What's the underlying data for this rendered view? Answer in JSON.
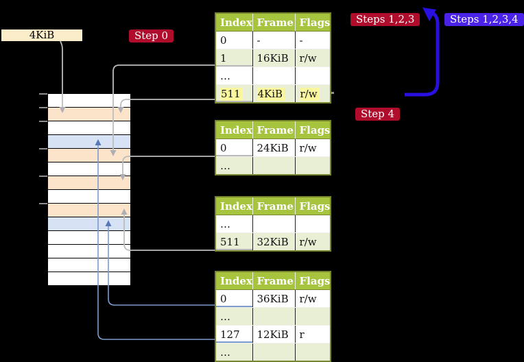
{
  "legend": {
    "label": "4KiB"
  },
  "badges": {
    "step0": {
      "label": "Step 0",
      "bg": "#b00c2c"
    },
    "steps123": {
      "label": "Steps 1,2,3",
      "bg": "#b00c2c"
    },
    "steps1234": {
      "label": "Steps 1,2,3,4",
      "bg": "#4a22e8"
    },
    "step4": {
      "label": "Step 4",
      "bg": "#b00c2c"
    }
  },
  "tables": [
    {
      "name": "page-table-1",
      "headers": [
        "Index",
        "Frame",
        "Flags"
      ],
      "rows": [
        {
          "cells": [
            "0",
            "-",
            "-"
          ],
          "shaded": false
        },
        {
          "cells": [
            "1",
            "16KiB",
            "r/w"
          ],
          "shaded": true,
          "underline": "gray"
        },
        {
          "cells": [
            "…",
            "",
            ""
          ],
          "shaded": false
        },
        {
          "cells": [
            "511",
            "4KiB",
            "r/w"
          ],
          "shaded": true,
          "underline": "gray",
          "highlight": true
        }
      ]
    },
    {
      "name": "page-table-2",
      "headers": [
        "Index",
        "Frame",
        "Flags"
      ],
      "rows": [
        {
          "cells": [
            "0",
            "24KiB",
            "r/w"
          ],
          "shaded": false,
          "underline": "gray"
        },
        {
          "cells": [
            "…",
            "",
            ""
          ],
          "shaded": true
        }
      ]
    },
    {
      "name": "page-table-3",
      "headers": [
        "Index",
        "Frame",
        "Flags"
      ],
      "rows": [
        {
          "cells": [
            "…",
            "",
            ""
          ],
          "shaded": false
        },
        {
          "cells": [
            "511",
            "32KiB",
            "r/w"
          ],
          "shaded": true,
          "underline": "gray"
        }
      ]
    },
    {
      "name": "page-table-4",
      "headers": [
        "Index",
        "Frame",
        "Flags"
      ],
      "rows": [
        {
          "cells": [
            "0",
            "36KiB",
            "r/w"
          ],
          "shaded": false,
          "underline": "blue"
        },
        {
          "cells": [
            "…",
            "",
            ""
          ],
          "shaded": true
        },
        {
          "cells": [
            "127",
            "12KiB",
            "r"
          ],
          "shaded": false,
          "underline": "blue"
        },
        {
          "cells": [
            "…",
            "",
            ""
          ],
          "shaded": true
        }
      ]
    }
  ],
  "memory": {
    "rows": [
      "white",
      "peach",
      "white",
      "blue",
      "peach",
      "white",
      "peach",
      "white",
      "peach",
      "blue",
      "white",
      "white",
      "white",
      "white"
    ],
    "tick_rows": [
      0,
      1,
      2,
      4,
      6,
      8
    ]
  },
  "connectors": [
    {
      "from": "4KiB-legend-box",
      "to": "memory-row-2",
      "style": "gray-arrow-down"
    },
    {
      "from": "page-table-1-row-1",
      "to": "memory-row-5",
      "style": "gray-arrow-down"
    },
    {
      "from": "page-table-1-row-511",
      "to": "memory-row-2",
      "style": "gray-arrow-down"
    },
    {
      "from": "page-table-2-row-0",
      "to": "memory-row-7",
      "style": "gray-arrow-down"
    },
    {
      "from": "page-table-3-row-511",
      "to": "memory-row-9",
      "style": "gray-arrow-up"
    },
    {
      "from": "page-table-4-row-0",
      "to": "memory-row-10",
      "style": "blue-arrow-up"
    },
    {
      "from": "page-table-4-row-127",
      "to": "memory-row-4",
      "style": "blue-arrow-up"
    },
    {
      "from": "below-steps-badges",
      "to": "steps-1-2-3-badge",
      "style": "thick-blue-arrow-up"
    }
  ],
  "colors": {
    "background": "#000000",
    "table_header_green": "#a6c43e",
    "table_shaded_row": "#e9efd5",
    "table_border_olive": "#77862e",
    "memory_peach": "#fce4cb",
    "memory_blue": "#d7e3f4",
    "legend_cream": "#fcedca",
    "highlight_yellow": "#fbf79e",
    "badge_red": "#b00c2c",
    "badge_blue": "#4a22e8",
    "big_arrow_blue": "#2a10e0",
    "gray_connector": "#bdbdbd",
    "blue_connector": "#7d9bce"
  }
}
